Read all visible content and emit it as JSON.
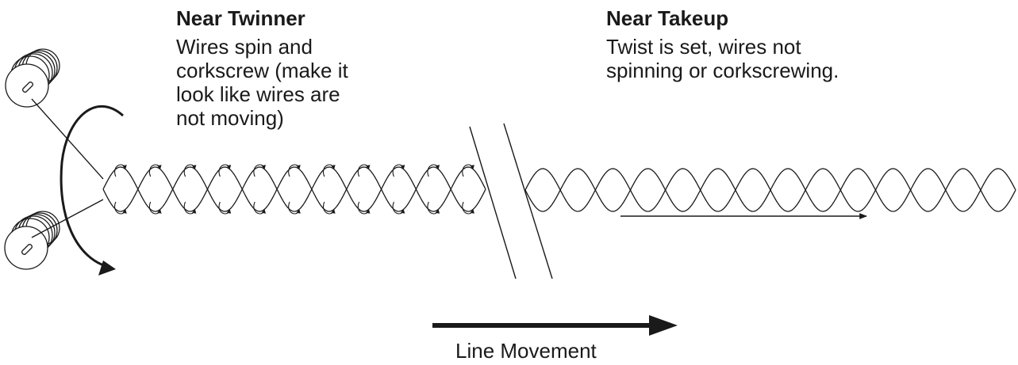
{
  "near_twinner": {
    "title": "Near Twinner",
    "description": "Wires spin and\ncorkscrew (make it\nlook like wires are\nnot moving)"
  },
  "near_takeup": {
    "title": "Near Takeup",
    "description": "Twist is set, wires not\nspinning or corkscrewing."
  },
  "line_movement": {
    "label": "Line Movement"
  },
  "colors": {
    "ink": "#1a1a1a",
    "background": "#ffffff"
  }
}
